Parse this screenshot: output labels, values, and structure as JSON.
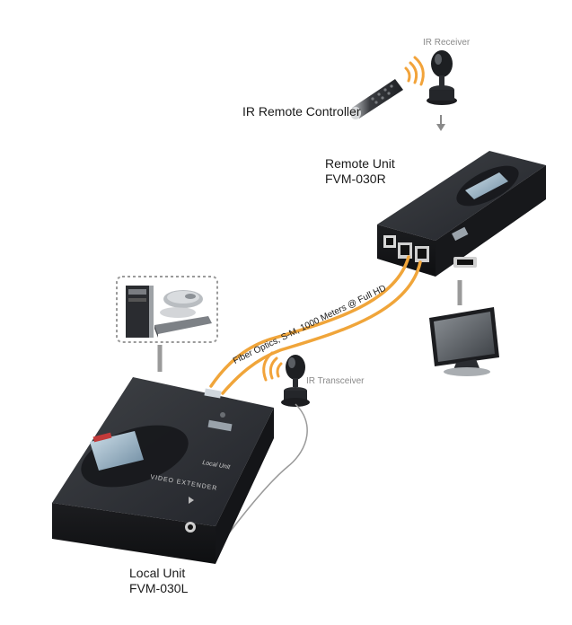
{
  "labels": {
    "ir_receiver": "IR Receiver",
    "ir_remote_controller": "IR Remote Controller",
    "remote_unit_line1": "Remote Unit",
    "remote_unit_line2": "FVM-030R",
    "ir_transceiver": "IR Transceiver",
    "cable": "Fiber Optics, S-M, 1000 Meters @ Full HD",
    "local_unit_line1": "Local Unit",
    "local_unit_line2": "FVM-030L"
  },
  "device_text": {
    "brand_line": "VIDEO EXTENDER",
    "local_tag": "Local Unit"
  },
  "colors": {
    "fiber": "#f0a53a",
    "device_body": "#25272a",
    "device_top": "#34373b",
    "connector_line": "#9a9a9a",
    "ir_waves": "#f2a33a"
  }
}
